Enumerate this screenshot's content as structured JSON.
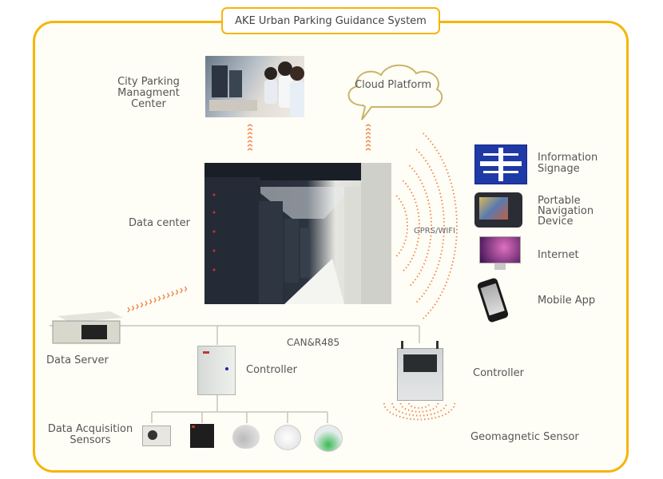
{
  "title": "AKE Urban Parking Guidance System",
  "nodes": {
    "city_center": {
      "line1": "City Parking",
      "line2": "Managment Center"
    },
    "cloud": "Cloud Platform",
    "data_center": "Data center",
    "wireless_link": "GPRS/WIFI",
    "data_server": "Data Server",
    "bus_link": "CAN&R485",
    "controller_left": "Controller",
    "controller_right": "Controller",
    "sensors": {
      "line1": "Data Acquisition",
      "line2": "Sensors"
    },
    "geomagnetic": "Geomagnetic Sensor"
  },
  "outputs": [
    {
      "lines": [
        "Information",
        "Signage"
      ],
      "icon": "information-signage-icon"
    },
    {
      "lines": [
        "Portable",
        "Navigation",
        "Device"
      ],
      "icon": "navigation-device-icon"
    },
    {
      "lines": [
        "Internet"
      ],
      "icon": "computer-monitor-icon"
    },
    {
      "lines": [
        "Mobile App"
      ],
      "icon": "smartphone-icon"
    }
  ],
  "colors": {
    "frame": "#f5b50a",
    "signal": "#f08a50",
    "line": "#c8c4b8",
    "background": "#fffef6"
  }
}
